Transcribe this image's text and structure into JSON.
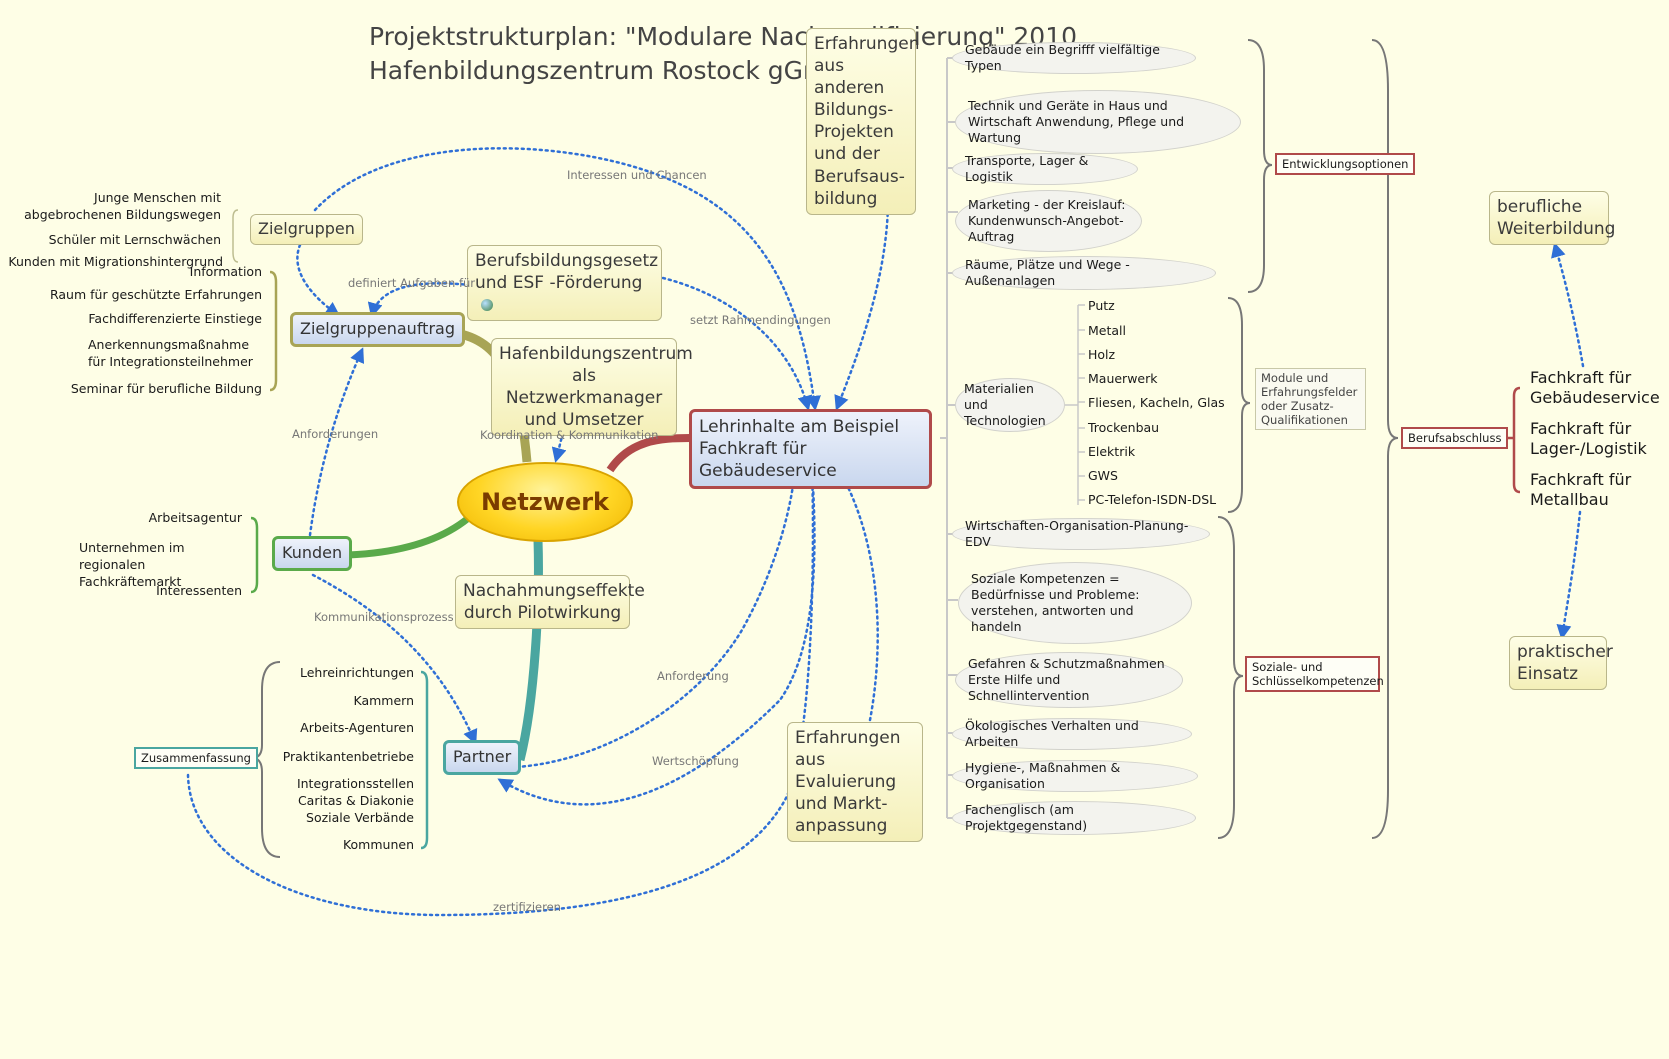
{
  "title": {
    "line1": "Projektstrukturplan:  \"Modulare Nachqualifizierung\" 2010",
    "line2": "Hafenbildungszentrum Rostock gGmbH"
  },
  "center": "Netzwerk",
  "nodes": {
    "zielgruppen": "Zielgruppen",
    "zielgruppenauftrag": "Zielgruppenauftrag",
    "kunden": "Kunden",
    "partner": "Partner",
    "lehrinhalte": "Lehrinhalte am Beispiel Fachkraft für Gebäudeservice"
  },
  "notes": {
    "erfahrungen_andere": "Erfahrungen aus anderen Bildungs- Projekten und der Berufsaus- bildung",
    "berufsbildungsgesetz": "Berufsbildungsgesetz und ESF -Förderung",
    "hafenbildungszentrum": "Hafenbildungszentrum als Netzwerkmanager und Umsetzer",
    "nachahmung": "Nachahmungseffekte durch Pilotwirkung",
    "evaluierung": "Erfahrungen aus Evaluierung und Markt- anpassung",
    "weiterbildung": "berufliche Weiterbildung",
    "praktischer": "praktischer Einsatz"
  },
  "relations": {
    "interessen": "Interessen und Chancen",
    "definiert": "definiert Aufgaben für",
    "rahmen": "setzt Rahmendingungen",
    "anforderungen": "Anforderungen",
    "koordination": "Koordination & Kommunikation",
    "kommunikation": "Kommunikationsprozess",
    "anforderung": "Anforderung",
    "wertschoepfung": "Wertschöpfung",
    "zertifizieren": "zertifizieren"
  },
  "zielgruppen_items": [
    "Junge Menschen  mit abgebrochenen Bildungswegen",
    "Schüler mit Lernschwächen",
    "Kunden mit Migrationshintergrund"
  ],
  "auftrag_items": [
    "Information",
    "Raum für geschützte Erfahrungen",
    "Fachdifferenzierte Einstiege",
    "Anerkennungsmaßnahme für Integrationsteilnehmer",
    "Seminar für berufliche Bildung"
  ],
  "kunden_items": [
    "Arbeitsagentur",
    "Unternehmen im regionalen Fachkräftemarkt",
    "Interessenten"
  ],
  "partner_items": [
    "Lehreinrichtungen",
    "Kammern",
    "Arbeits-Agenturen",
    "Praktikantenbetriebe",
    "Integrationsstellen Caritas & Diakonie Soziale Verbände",
    "Kommunen"
  ],
  "zusammenfassung": "Zusammenfassung",
  "topics1": [
    "Gebäude ein Begrifff vielfältige Typen",
    "Technik und Geräte in Haus und Wirtschaft Anwendung, Pflege und Wartung",
    "Transporte, Lager & Logistik",
    "Marketing - der Kreislauf: Kundenwunsch-Angebot-Auftrag",
    "Räume, Plätze und Wege - Außenanlagen"
  ],
  "materialien": "Materialien und Technologien",
  "materials": [
    "Putz",
    "Metall",
    "Holz",
    "Mauerwerk",
    "Fliesen, Kacheln, Glas",
    "Trockenbau",
    "Elektrik",
    "GWS",
    "PC-Telefon-ISDN-DSL"
  ],
  "topics3": [
    "Wirtschaften-Organisation-Planung-EDV",
    "Soziale Kompetenzen = Bedürfnisse und Probleme: verstehen, antworten und handeln",
    "Gefahren & Schutzmaßnahmen Erste Hilfe und Schnellintervention",
    "Ökologisches Verhalten und Arbeiten",
    "Hygiene-, Maßnahmen & Organisation",
    "Fachenglisch (am Projektgegenstand)"
  ],
  "tags": {
    "entwicklung": "Entwicklungsoptionen",
    "module": "Module und Erfahrungsfelder oder Zusatz- Qualifikationen",
    "soziale": "Soziale- und Schlüsselkompetenzen",
    "berufsabschluss": "Berufsabschluss"
  },
  "abschluesse": [
    "Fachkraft für Gebäudeservice",
    "Fachkraft für Lager-/Logistik",
    "Fachkraft für Metallbau"
  ],
  "colors": {
    "background": "#fefee6",
    "relation_line": "#2f6fd6",
    "branch_olive": "#a8a455",
    "branch_green": "#5aaa4a",
    "branch_teal": "#4aa6a0",
    "branch_red": "#b04a4a",
    "center_fill": "#ffd524"
  }
}
